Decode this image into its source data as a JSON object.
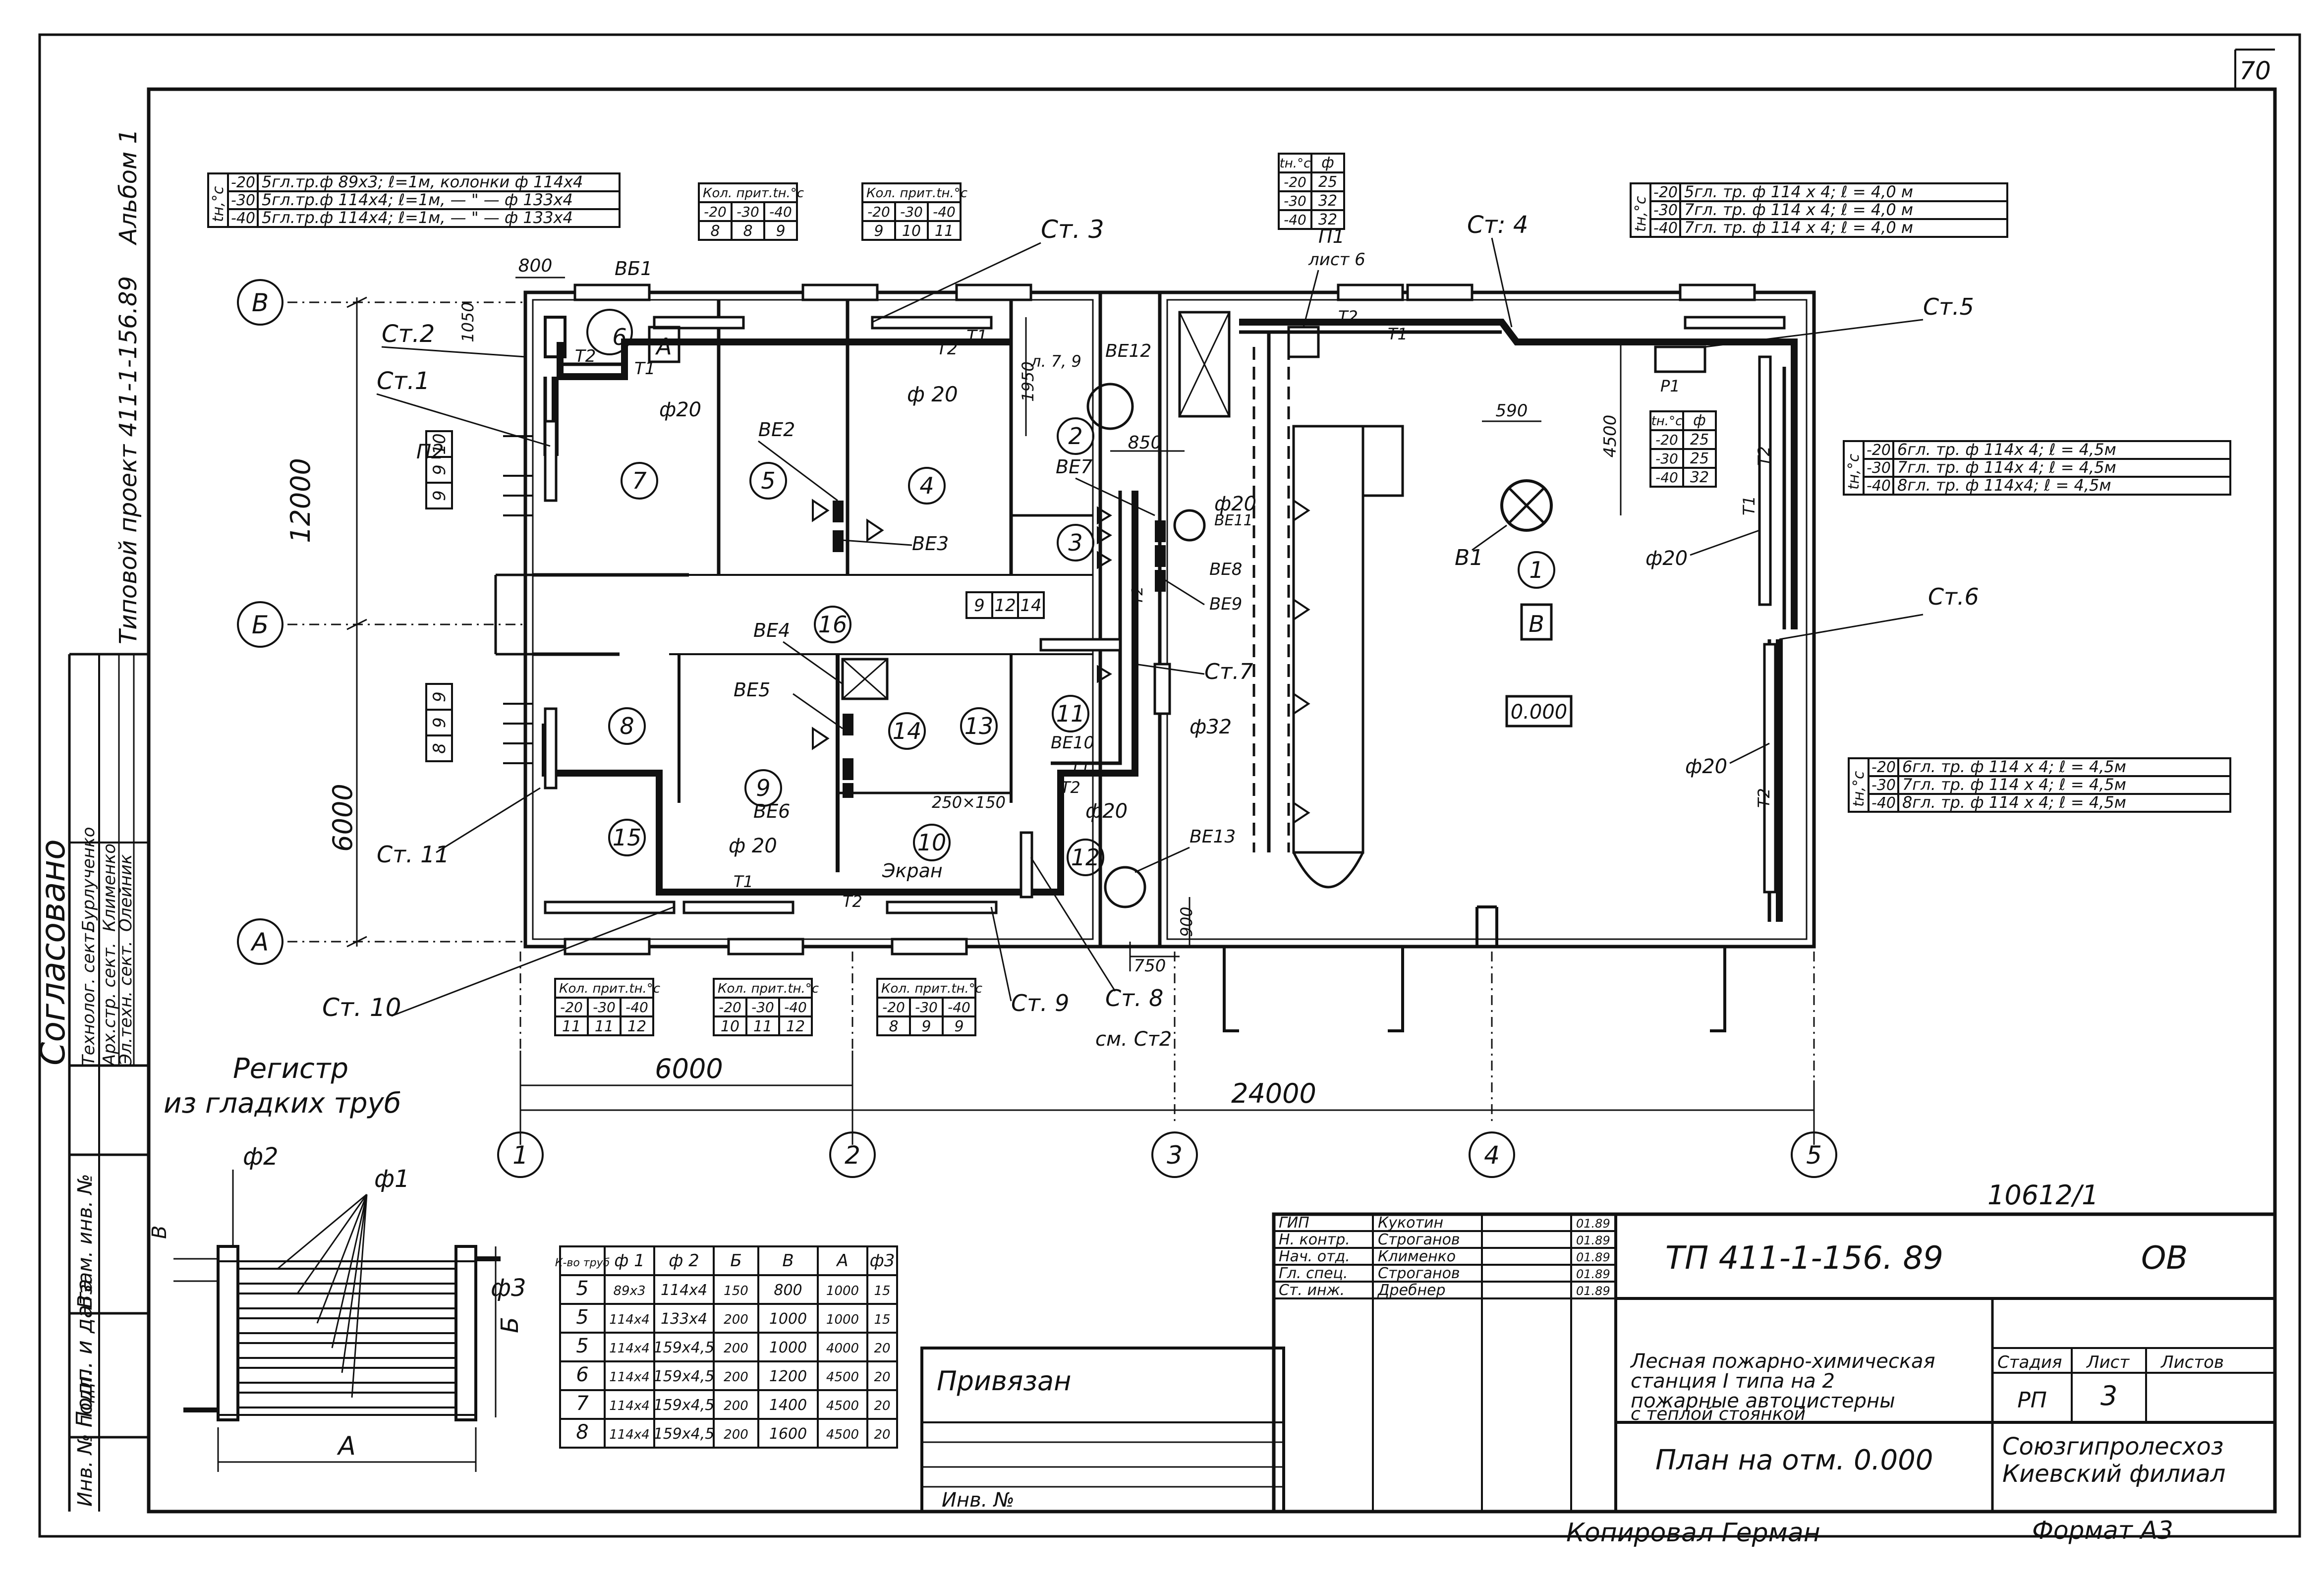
{
  "sheet_number": "70",
  "archive_number": "10612/1",
  "side": {
    "album": "Альбом 1",
    "project": "Типовой проект 411-1-156.89",
    "soglasovano": "Согласовано",
    "approvals": [
      {
        "role": "Технолог. сект.",
        "name": "Бурлученко"
      },
      {
        "role": "Арх.стр. сект.",
        "name": "Клименко"
      },
      {
        "role": "Эл.техн. сект.",
        "name": "Олейник"
      }
    ],
    "columns": [
      "Инв. № подл.",
      "Подп. и дата",
      "Взам. инв. №"
    ]
  },
  "axes": {
    "letters": [
      "В",
      "Б",
      "А"
    ],
    "numbers": [
      "1",
      "2",
      "3",
      "4",
      "5"
    ]
  },
  "dimensions": {
    "d12000": "12000",
    "d6000v": "6000",
    "d6000h": "6000",
    "d24000": "24000",
    "d800": "800",
    "d1050": "1050",
    "d1950": "1950",
    "d850": "850",
    "d590": "590",
    "d4500": "4500",
    "d900": "900",
    "d750": "750",
    "d250": "250×150"
  },
  "rooms": [
    "1",
    "2",
    "3",
    "4",
    "5",
    "6",
    "7",
    "8",
    "9",
    "10",
    "11",
    "12",
    "13",
    "14",
    "15",
    "16"
  ],
  "zones": {
    "a": "А",
    "b": "В",
    "level": "0.000"
  },
  "risers": {
    "st1": "Ст.1",
    "st2": "Ст.2",
    "st3": "Ст. 3",
    "st4": "Ст: 4",
    "st5": "Ст.5",
    "st6": "Ст.6",
    "st7": "Ст.7",
    "st8": "Ст. 8",
    "st9": "Ст. 9",
    "st10": "Ст. 10",
    "st11": "Ст. 11",
    "sm_st2": "см. Ст2"
  },
  "vents": {
    "be1": "ВБ1",
    "be2": "ВЕ2",
    "be3": "ВЕ3",
    "be4": "ВЕ4",
    "be5": "ВЕ5",
    "be6": "ВЕ6",
    "be7": "ВЕ7",
    "be8": "ВЕ8",
    "be9": "ВЕ9",
    "be10": "ВЕ10",
    "be11": "ВЕ11",
    "be12": "ВЕ12",
    "be13": "ВЕ13",
    "b1": "В1",
    "p1": "П1",
    "list6": "лист 6",
    "p2": "П2",
    "r1": "Р1",
    "l79": "л. 7, 9",
    "ekran": "Экран"
  },
  "pipes": {
    "t1": "Т1",
    "t2": "Т2",
    "d20": "ф 20",
    "d20b": "ф20",
    "d32": "ф32"
  },
  "tables": {
    "top_left": {
      "head": "tн,°с",
      "rows": [
        [
          "-20",
          "5гл.тр.ф 89х3; ℓ=1м, колонки ф 114х4"
        ],
        [
          "-30",
          "5гл.тр.ф 114х4; ℓ=1м, — \" — ф 133х4"
        ],
        [
          "-40",
          "5гл.тр.ф 114х4; ℓ=1м, — \" — ф 133х4"
        ]
      ]
    },
    "count_a": {
      "head": "Кол. прит.tн.°с",
      "temps": [
        "-20",
        "-30",
        "-40"
      ],
      "vals": [
        "8",
        "8",
        "9"
      ]
    },
    "count_b": {
      "head": "Кол. прит.tн.°с",
      "temps": [
        "-20",
        "-30",
        "-40"
      ],
      "vals": [
        "9",
        "10",
        "11"
      ]
    },
    "diam_top": {
      "h1": "tн.°с",
      "h2": "ф",
      "rows": [
        [
          "-20",
          "25"
        ],
        [
          "-30",
          "32"
        ],
        [
          "-40",
          "32"
        ]
      ]
    },
    "top_right": {
      "head": "tн,°с",
      "rows": [
        [
          "-20",
          "5гл. тр. ф 114 х 4;  ℓ = 4,0 м"
        ],
        [
          "-30",
          "7гл. тр. ф 114 х 4;  ℓ = 4,0 м"
        ],
        [
          "-40",
          "7гл. тр. ф 114 х 4;  ℓ = 4,0 м"
        ]
      ]
    },
    "diam_mid": {
      "h1": "tн.°с",
      "h2": "ф",
      "rows": [
        [
          "-20",
          "25"
        ],
        [
          "-30",
          "25"
        ],
        [
          "-40",
          "32"
        ]
      ]
    },
    "right_mid": {
      "head": "tн,°с",
      "rows": [
        [
          "-20",
          "6гл. тр.  ф 114х 4;  ℓ = 4,5м"
        ],
        [
          "-30",
          "7гл. тр.  ф 114х 4;  ℓ = 4,5м"
        ],
        [
          "-40",
          "8гл. тр.  ф 114х4;  ℓ = 4,5м"
        ]
      ]
    },
    "right_low": {
      "head": "tн,°с",
      "rows": [
        [
          "-20",
          "6гл. тр.  ф 114 х 4;  ℓ = 4,5м"
        ],
        [
          "-30",
          "7гл. тр.  ф 114 х 4;  ℓ = 4,5м"
        ],
        [
          "-40",
          "8гл. тр.  ф 114 х 4;  ℓ = 4,5м"
        ]
      ]
    },
    "room_a": [
      "10",
      "9",
      "9"
    ],
    "room_b": [
      "9",
      "9",
      "8"
    ],
    "room_c": [
      "9",
      "12",
      "14"
    ],
    "bottom_1": {
      "head": "Кол. прит.tн.°с",
      "temps": [
        "-20",
        "-30",
        "-40"
      ],
      "vals": [
        "11",
        "11",
        "12"
      ]
    },
    "bottom_2": {
      "head": "Кол. прит.tн.°с",
      "temps": [
        "-20",
        "-30",
        "-40"
      ],
      "vals": [
        "10",
        "11",
        "12"
      ]
    },
    "bottom_3": {
      "head": "Кол. прит.tн.°с",
      "temps": [
        "-20",
        "-30",
        "-40"
      ],
      "vals": [
        "8",
        "9",
        "9"
      ]
    }
  },
  "register": {
    "title1": "Регистр",
    "title2": "из гладких труб",
    "phi1": "ф1",
    "phi2": "ф2",
    "phi3": "ф3",
    "a": "А",
    "b": "Б",
    "v": "В"
  },
  "spec": {
    "headers": [
      "К-во труб",
      "ф 1",
      "ф 2",
      "Б",
      "В",
      "А",
      "ф3"
    ],
    "rows": [
      [
        "5",
        "89х3",
        "114х4",
        "150",
        "800",
        "1000",
        "15"
      ],
      [
        "5",
        "114х4",
        "133х4",
        "200",
        "1000",
        "1000",
        "15"
      ],
      [
        "5",
        "114х4",
        "159х4,5",
        "200",
        "1000",
        "4000",
        "20"
      ],
      [
        "6",
        "114х4",
        "159х4,5",
        "200",
        "1200",
        "4500",
        "20"
      ],
      [
        "7",
        "114х4",
        "159х4,5",
        "200",
        "1400",
        "4500",
        "20"
      ],
      [
        "8",
        "114х4",
        "159х4,5",
        "200",
        "1600",
        "4500",
        "20"
      ]
    ]
  },
  "stamp": {
    "privyazan": "Привязан",
    "inv": "Инв. №",
    "people": [
      {
        "role": "ГИП",
        "name": "Кукотин",
        "date": "01.89"
      },
      {
        "role": "Н. контр.",
        "name": "Строганов",
        "date": "01.89"
      },
      {
        "role": "Нач. отд.",
        "name": "Клименко",
        "date": "01.89"
      },
      {
        "role": "Гл. спец.",
        "name": "Строганов",
        "date": "01.89"
      },
      {
        "role": "Ст. инж.",
        "name": "Дребнер",
        "date": "01.89"
      }
    ],
    "code": "ТП 411-1-156. 89",
    "mark": "ОВ",
    "title_lines": [
      "Лесная пожарно-химическая",
      "станция I типа на 2",
      "пожарные автоцистерны",
      "с теплой стоянкой"
    ],
    "stage_h": "Стадия",
    "sheet_h": "Лист",
    "sheets_h": "Листов",
    "stage": "РП",
    "sheet": "3",
    "plan": "План на отм. 0.000",
    "org1": "Союзгипролесхоз",
    "org2": "Киевский филиал"
  },
  "footer": {
    "copied": "Копировал Герман",
    "format": "Формат А3"
  }
}
